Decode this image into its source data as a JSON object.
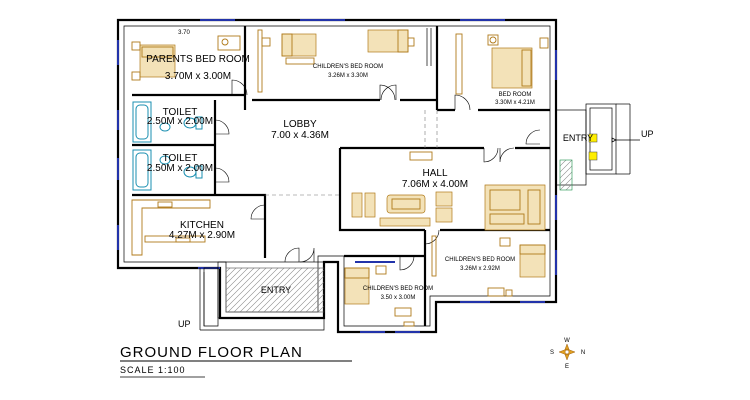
{
  "rooms": {
    "parents_bedroom": {
      "name": "PARENTS BED ROOM",
      "size": "3.70M x 3.00M"
    },
    "children_bedroom_1": {
      "name": "CHILDREN'S BED ROOM",
      "size": "3.26M x 3.30M"
    },
    "bedroom_ne": {
      "name": "BED ROOM",
      "size": "3.30M x 4.21M"
    },
    "toilet_1": {
      "name": "TOILET",
      "size": "2.50M x 2.00M"
    },
    "toilet_2": {
      "name": "TOILET",
      "size": "2.50M x 2.00M"
    },
    "lobby": {
      "name": "LOBBY",
      "size": "7.00 x 4.36M"
    },
    "hall": {
      "name": "HALL",
      "size": "7.06M x 4.00M"
    },
    "kitchen": {
      "name": "KITCHEN",
      "size": "4.27M x 2.90M"
    },
    "children_bedroom_2": {
      "name": "CHILDREN'S BED ROOM",
      "size": "3.26M x 2.92M"
    },
    "children_bedroom_3": {
      "name": "CHILDREN'S BED ROOM",
      "size": "3.50 x 3.00M"
    },
    "entry_east": {
      "name": "ENTRY"
    },
    "entry_south": {
      "name": "ENTRY"
    }
  },
  "dimension_mark": "3.70",
  "up_labels": {
    "east": "UP",
    "south": "UP"
  },
  "title": "GROUND FLOOR PLAN",
  "scale": "SCALE 1:100",
  "compass": {
    "n": "N",
    "s": "S",
    "e": "E",
    "w": "W"
  },
  "colors": {
    "walls": "#000000",
    "furniture": "#b07a1a",
    "windows": "#2233aa",
    "sanitary": "#1a8fb0",
    "compass": "#e0a020",
    "entry_lights": "#ffee00"
  }
}
